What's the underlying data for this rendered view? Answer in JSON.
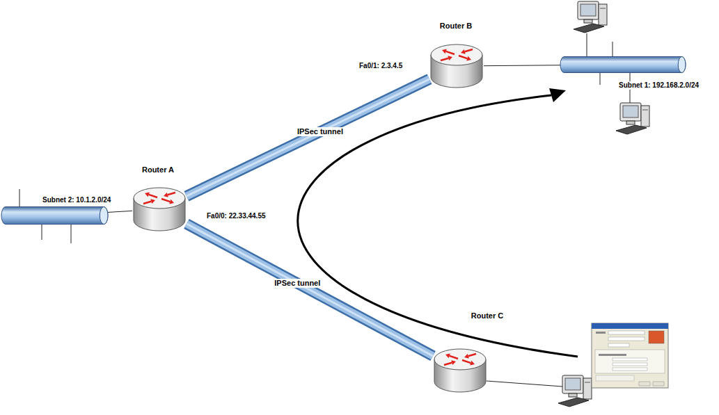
{
  "diagram": {
    "nodes": [
      {
        "text": [
          "Router B"
        ]
      },
      {
        "text": [
          "Subnet 1: 192.168.2.0/24"
        ]
      },
      {
        "text": [
          "Router A"
        ]
      },
      {
        "text": [
          "Subnet 2: 10.1.2.0/24"
        ]
      },
      {
        "text": [
          "Router C"
        ]
      }
    ],
    "edges": [
      {
        "from": 2,
        "to": 0,
        "arrow": "none",
        "label": "IPSec tunnel"
      },
      {
        "from": 2,
        "to": 4,
        "arrow": "none",
        "label": "IPSec tunnel"
      },
      {
        "from": 0,
        "to": 1,
        "arrow": "none"
      },
      {
        "from": 2,
        "to": 3,
        "arrow": "none"
      }
    ],
    "labels": [
      "Fa0/1: 2.3.4.5",
      "Fa0/0: 22.33.44.55"
    ]
  }
}
